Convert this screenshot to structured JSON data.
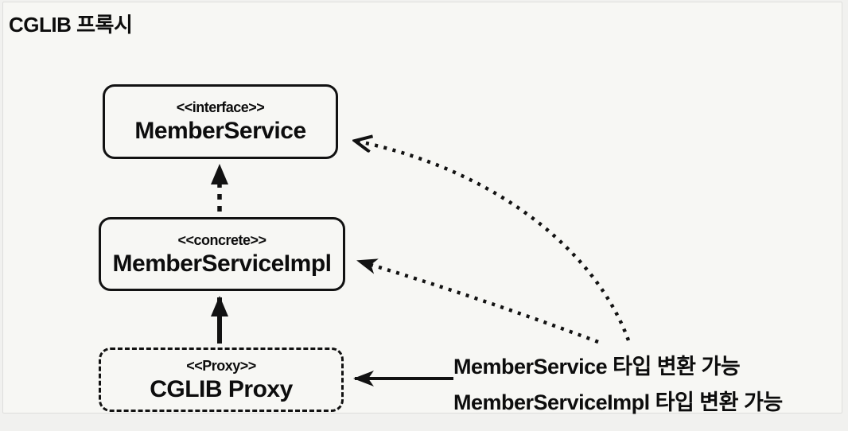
{
  "title": "CGLIB 프록시",
  "colors": {
    "ink": "#121212",
    "background": "#f7f7f4",
    "panel_border": "#dededc"
  },
  "boxes": [
    {
      "stereotype": "<<interface>>",
      "name": "MemberService",
      "border": "solid"
    },
    {
      "stereotype": "<<concrete>>",
      "name": "MemberServiceImpl",
      "border": "solid"
    },
    {
      "stereotype": "<<Proxy>>",
      "name": "CGLIB Proxy",
      "border": "dashed"
    }
  ],
  "annotation": {
    "lines": [
      "MemberService 타입 변환 가능",
      "MemberServiceImpl 타입 변환 가능"
    ]
  },
  "edges": [
    {
      "from": "MemberServiceImpl",
      "to": "MemberService",
      "style": "dashed-line",
      "kind": "implements"
    },
    {
      "from": "CGLIB Proxy",
      "to": "MemberServiceImpl",
      "style": "solid-line",
      "kind": "extends"
    },
    {
      "from": "annotation",
      "to": "MemberService",
      "style": "dotted-curve",
      "kind": "type-cast-possible"
    },
    {
      "from": "annotation",
      "to": "MemberServiceImpl",
      "style": "dotted-curve",
      "kind": "type-cast-possible"
    },
    {
      "from": "annotation",
      "to": "CGLIB Proxy",
      "style": "solid-arrow",
      "kind": "points-to"
    }
  ]
}
